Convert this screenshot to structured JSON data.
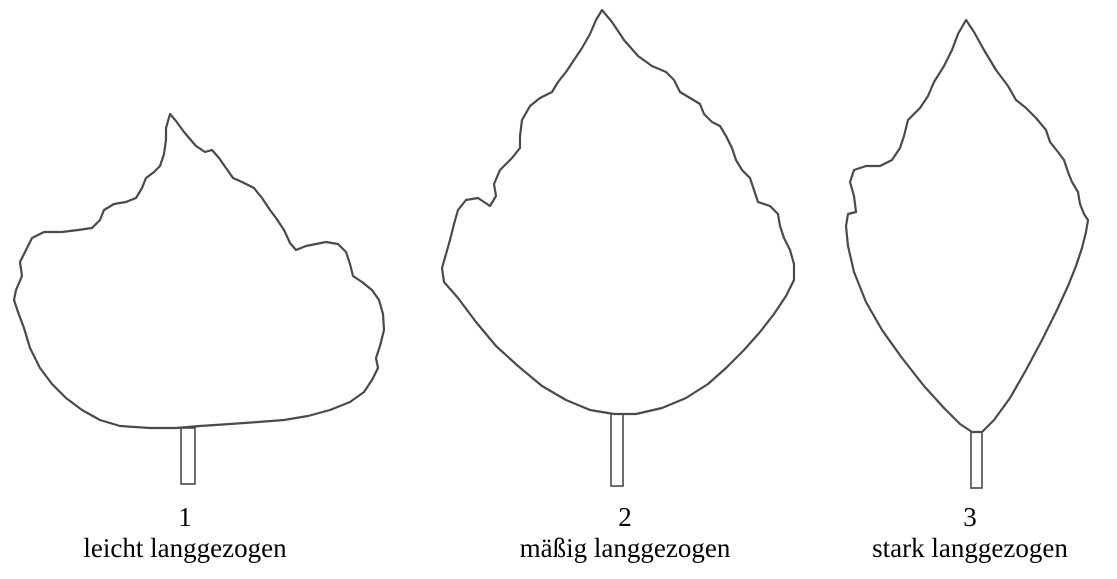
{
  "figure": {
    "leaves": [
      {
        "number": "1",
        "label": "leicht langgezogen",
        "icon": "leaf-slightly-elongated-icon"
      },
      {
        "number": "2",
        "label": "mäßig langgezogen",
        "icon": "leaf-moderately-elongated-icon"
      },
      {
        "number": "3",
        "label": "stark langgezogen",
        "icon": "leaf-strongly-elongated-icon"
      }
    ],
    "colors": {
      "outline": "#4a4a4a",
      "fill": "#ffffff",
      "text": "#000000"
    }
  }
}
